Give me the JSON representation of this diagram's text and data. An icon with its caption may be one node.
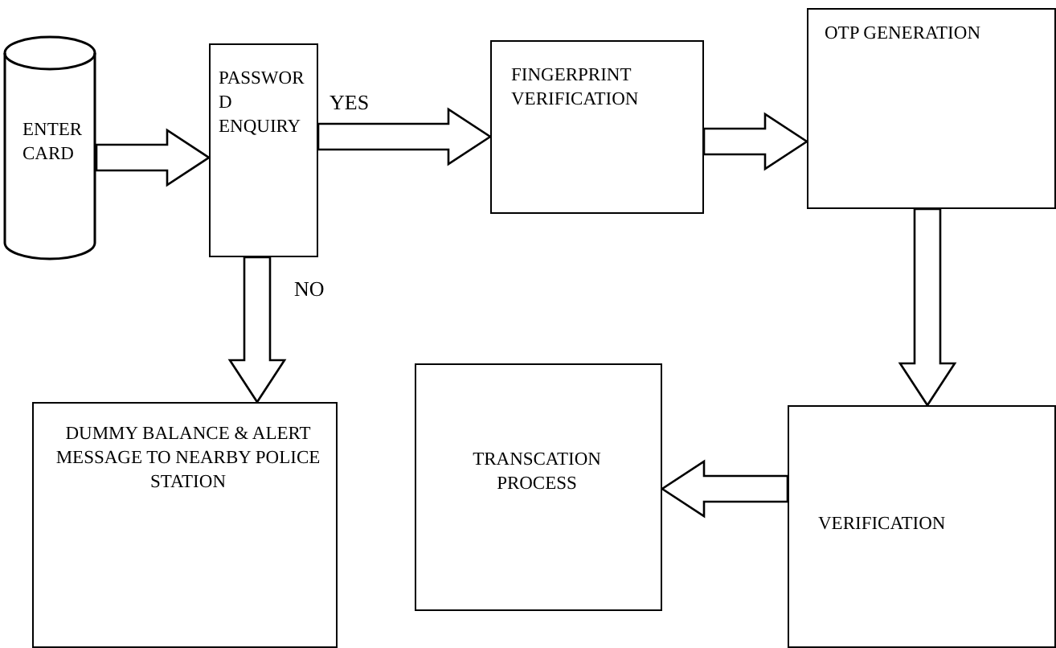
{
  "diagram": {
    "nodes": [
      {
        "text": [
          "ENTER CARD"
        ]
      },
      {
        "text": [
          "PASSWOR D ENQUIRY"
        ]
      },
      {
        "text": [
          "FINGERPRINT VERIFICATION"
        ]
      },
      {
        "text": [
          "OTP GENERATION"
        ]
      },
      {
        "text": [
          "DUMMY BALANCE & ALERT MESSAGE TO NEARBY POLICE STATION"
        ]
      },
      {
        "text": [
          "TRANSCATION PROCESS"
        ]
      },
      {
        "text": [
          "VERIFICATION"
        ]
      }
    ],
    "edges": [
      {
        "from": 0,
        "to": 1,
        "arrow": "to"
      },
      {
        "from": 1,
        "to": 2,
        "arrow": "to",
        "label": "YES"
      },
      {
        "from": 2,
        "to": 3,
        "arrow": "to"
      },
      {
        "from": 1,
        "to": 4,
        "arrow": "to",
        "label": "NO"
      },
      {
        "from": 3,
        "to": 6,
        "arrow": "to"
      },
      {
        "from": 6,
        "to": 5,
        "arrow": "to"
      }
    ]
  }
}
